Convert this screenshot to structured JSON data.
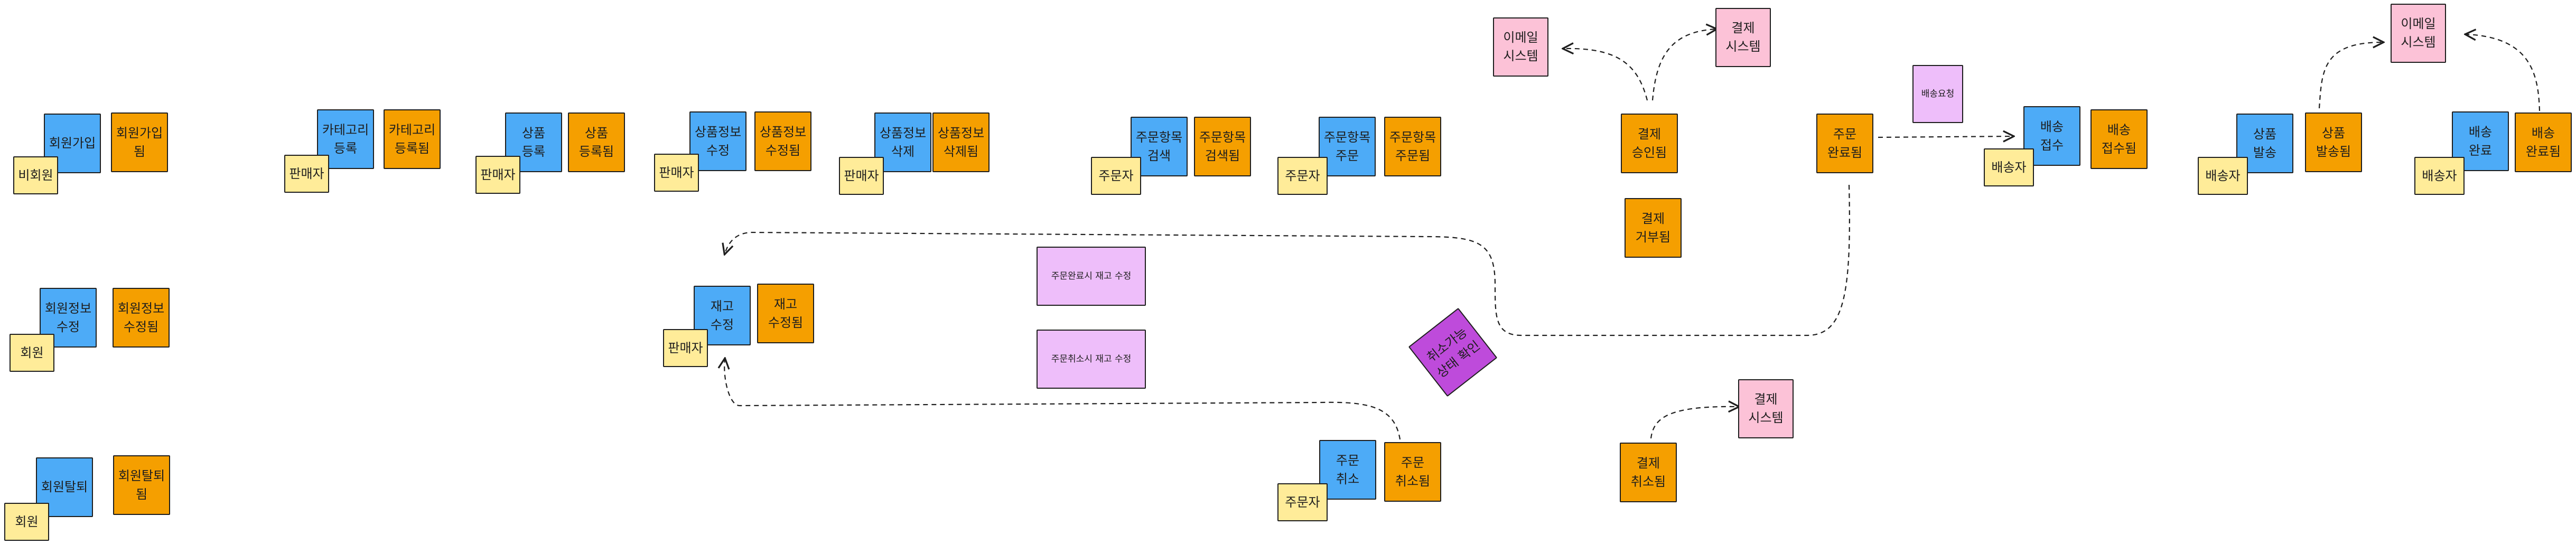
{
  "colors": {
    "command": "#4dabf7",
    "event": "#f59f00",
    "actor": "#ffec99",
    "external_system": "#fcc2d7",
    "policy": "#eebefa",
    "policy_dark": "#be4bdb"
  },
  "notes": {
    "signup_cmd": "회원가입",
    "signup_evt": "회원가입\n됨",
    "signup_actor": "비회원",
    "profile_cmd": "회원정보\n수정",
    "profile_evt": "회원정보\n수정됨",
    "profile_actor": "회원",
    "withdraw_cmd": "회원탈퇴",
    "withdraw_evt": "회원탈퇴\n됨",
    "withdraw_actor": "회원",
    "category_cmd": "카테고리\n등록",
    "category_evt": "카테고리\n등록됨",
    "category_actor": "판매자",
    "product_cmd": "상품\n등록",
    "product_evt": "상품\n등록됨",
    "product_actor": "판매자",
    "product_edit_cmd": "상품정보\n수정",
    "product_edit_evt": "상품정보\n수정됨",
    "product_edit_actor": "판매자",
    "product_del_cmd": "상품정보\n삭제",
    "product_del_evt": "상품정보\n삭제됨",
    "product_del_actor": "판매자",
    "stock_cmd": "재고\n수정",
    "stock_evt": "재고\n수정됨",
    "stock_actor": "판매자",
    "policy_stock_complete": "주문완료시 재고 수정",
    "policy_stock_cancel": "주문취소시 재고 수정",
    "policy_cancel_check": "취소가능\n상태 확인",
    "search_cmd": "주문항목\n검색",
    "search_evt": "주문항목\n검색됨",
    "search_actor": "주문자",
    "order_cmd": "주문항목\n주문",
    "order_evt": "주문항목\n주문됨",
    "order_actor": "주문자",
    "cancel_cmd": "주문\n취소",
    "cancel_evt": "주문\n취소됨",
    "cancel_actor": "주문자",
    "email_system_1": "이메일\n시스템",
    "payment_system_1": "결제\n시스템",
    "payment_approved": "결제\n승인됨",
    "payment_rejected": "결제\n거부됨",
    "payment_cancelled": "결제\n취소됨",
    "payment_system_2": "결제\n시스템",
    "order_complete": "주문\n완료됨",
    "policy_delivery_call": "배송요청",
    "delivery_receive_cmd": "배송\n접수",
    "delivery_receive_evt": "배송\n접수됨",
    "delivery_receive_actor": "배송자",
    "ship_cmd": "상품\n발송",
    "ship_evt": "상품\n발송됨",
    "ship_actor": "배송자",
    "email_system_2": "이메일\n시스템",
    "delivery_done_cmd": "배송\n완료",
    "delivery_done_evt": "배송\n완료됨",
    "delivery_done_actor": "배송자"
  }
}
